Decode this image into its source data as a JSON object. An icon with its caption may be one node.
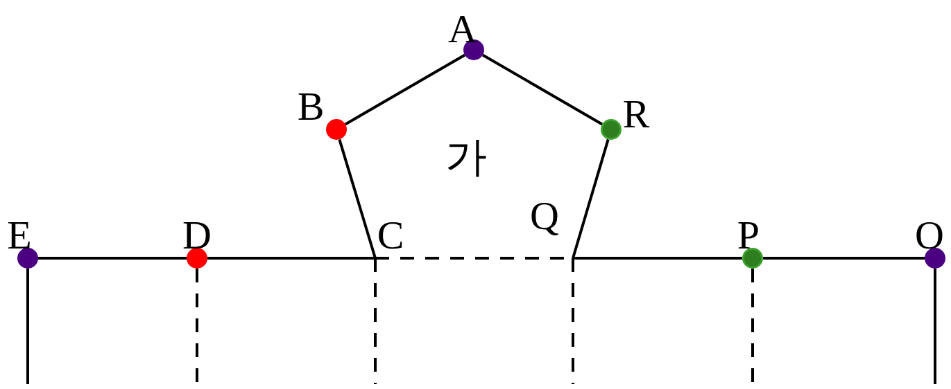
{
  "diagram": {
    "nodes": [
      {
        "text": [
          "A"
        ]
      },
      {
        "text": [
          "B"
        ]
      },
      {
        "text": [
          "R"
        ]
      },
      {
        "text": [
          "Q"
        ]
      },
      {
        "text": [
          "E"
        ]
      },
      {
        "text": [
          "D"
        ]
      },
      {
        "text": [
          "C"
        ]
      },
      {
        "text": [
          "P"
        ]
      },
      {
        "text": [
          "O"
        ]
      }
    ],
    "edges": [
      {
        "from": 0,
        "to": 1,
        "arrow": "none"
      },
      {
        "from": 0,
        "to": 2,
        "arrow": "none"
      },
      {
        "from": 1,
        "to": 6,
        "arrow": "none"
      },
      {
        "from": 2,
        "to": 3,
        "arrow": "none"
      },
      {
        "from": 4,
        "to": 5,
        "arrow": "none"
      },
      {
        "from": 5,
        "to": 6,
        "arrow": "none"
      },
      {
        "from": 6,
        "to": 3,
        "arrow": "none",
        "style": "dashed"
      },
      {
        "from": 3,
        "to": 7,
        "arrow": "none"
      },
      {
        "from": 7,
        "to": 8,
        "arrow": "none"
      },
      {
        "from": 4,
        "to": null,
        "arrow": "none"
      },
      {
        "from": 5,
        "to": null,
        "arrow": "none",
        "style": "dashed"
      },
      {
        "from": 6,
        "to": null,
        "arrow": "none",
        "style": "dashed"
      },
      {
        "from": 3,
        "to": null,
        "arrow": "none",
        "style": "dashed"
      },
      {
        "from": 7,
        "to": null,
        "arrow": "none",
        "style": "dashed"
      },
      {
        "from": 8,
        "to": null,
        "arrow": "none"
      }
    ],
    "labels": [
      "가"
    ]
  }
}
